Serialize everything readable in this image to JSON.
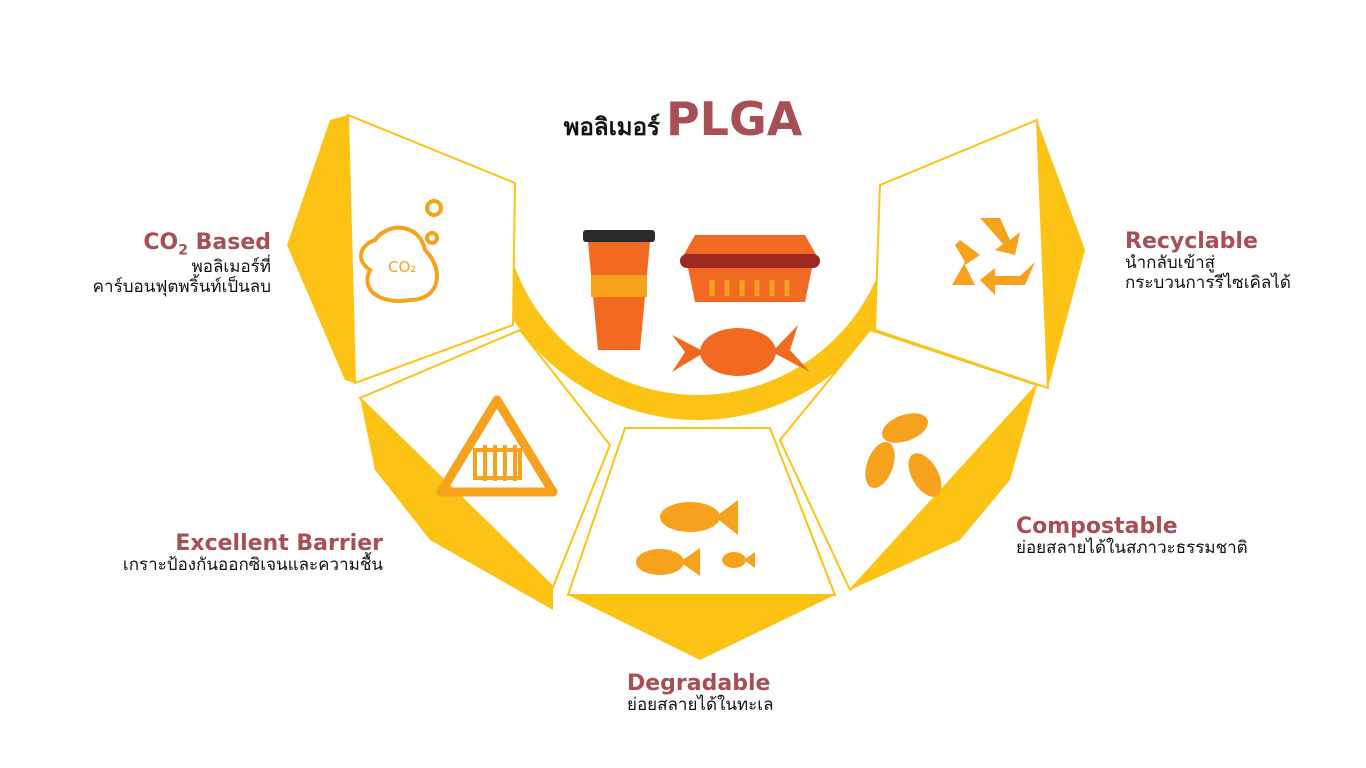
{
  "title": {
    "thai": "พอลิเมอร์",
    "name": "PLGA"
  },
  "colors": {
    "accent": "#fcc314",
    "heading": "#a84f55",
    "icon_orange": "#f6a21d",
    "product_orange": "#f26a22"
  },
  "features": [
    {
      "heading_main": "CO",
      "heading_sub": "2",
      "heading_rest": " Based",
      "desc_lines": [
        "พอลิเมอร์ที่",
        "คาร์บอนฟุตพริ้นท์เป็นลบ"
      ],
      "icon": "co2-bubble-icon",
      "icon_text": "CO₂"
    },
    {
      "heading": "Excellent Barrier",
      "desc_lines": [
        "เกราะป้องกันออกซิเจนและความชื้น"
      ],
      "icon": "fence-warning-icon"
    },
    {
      "heading": "Degradable",
      "desc_lines": [
        "ย่อยสลายได้ในทะเล"
      ],
      "icon": "fish-icon"
    },
    {
      "heading": "Compostable",
      "desc_lines": [
        "ย่อยสลายได้ในสภาวะธรรมชาติ"
      ],
      "icon": "leaves-cycle-icon"
    },
    {
      "heading": "Recyclable",
      "desc_lines": [
        "นำกลับเข้าสู่",
        "กระบวนการรีไซเคิลได้"
      ],
      "icon": "recycle-icon"
    }
  ]
}
